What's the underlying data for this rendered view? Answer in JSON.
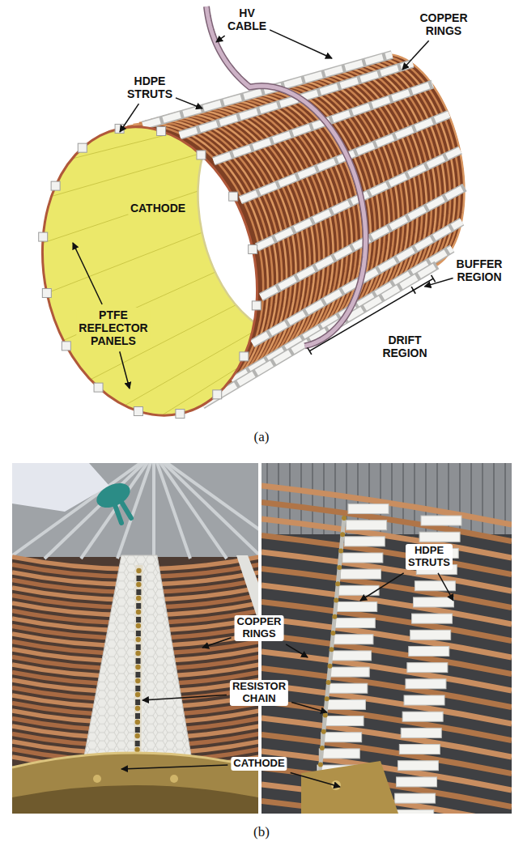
{
  "diagram": {
    "labels": [
      "HV CABLE",
      "HDPE STRUTS",
      "COPPER RINGS",
      "CATHODE",
      "BUFFER REGION",
      "PTFE REFLECTOR PANELS",
      "DRIFT REGION",
      "(a)",
      "COPPER RINGS",
      "HDPE STRUTS",
      "RESISTOR CHAIN",
      "CATHODE",
      "(b)"
    ]
  }
}
